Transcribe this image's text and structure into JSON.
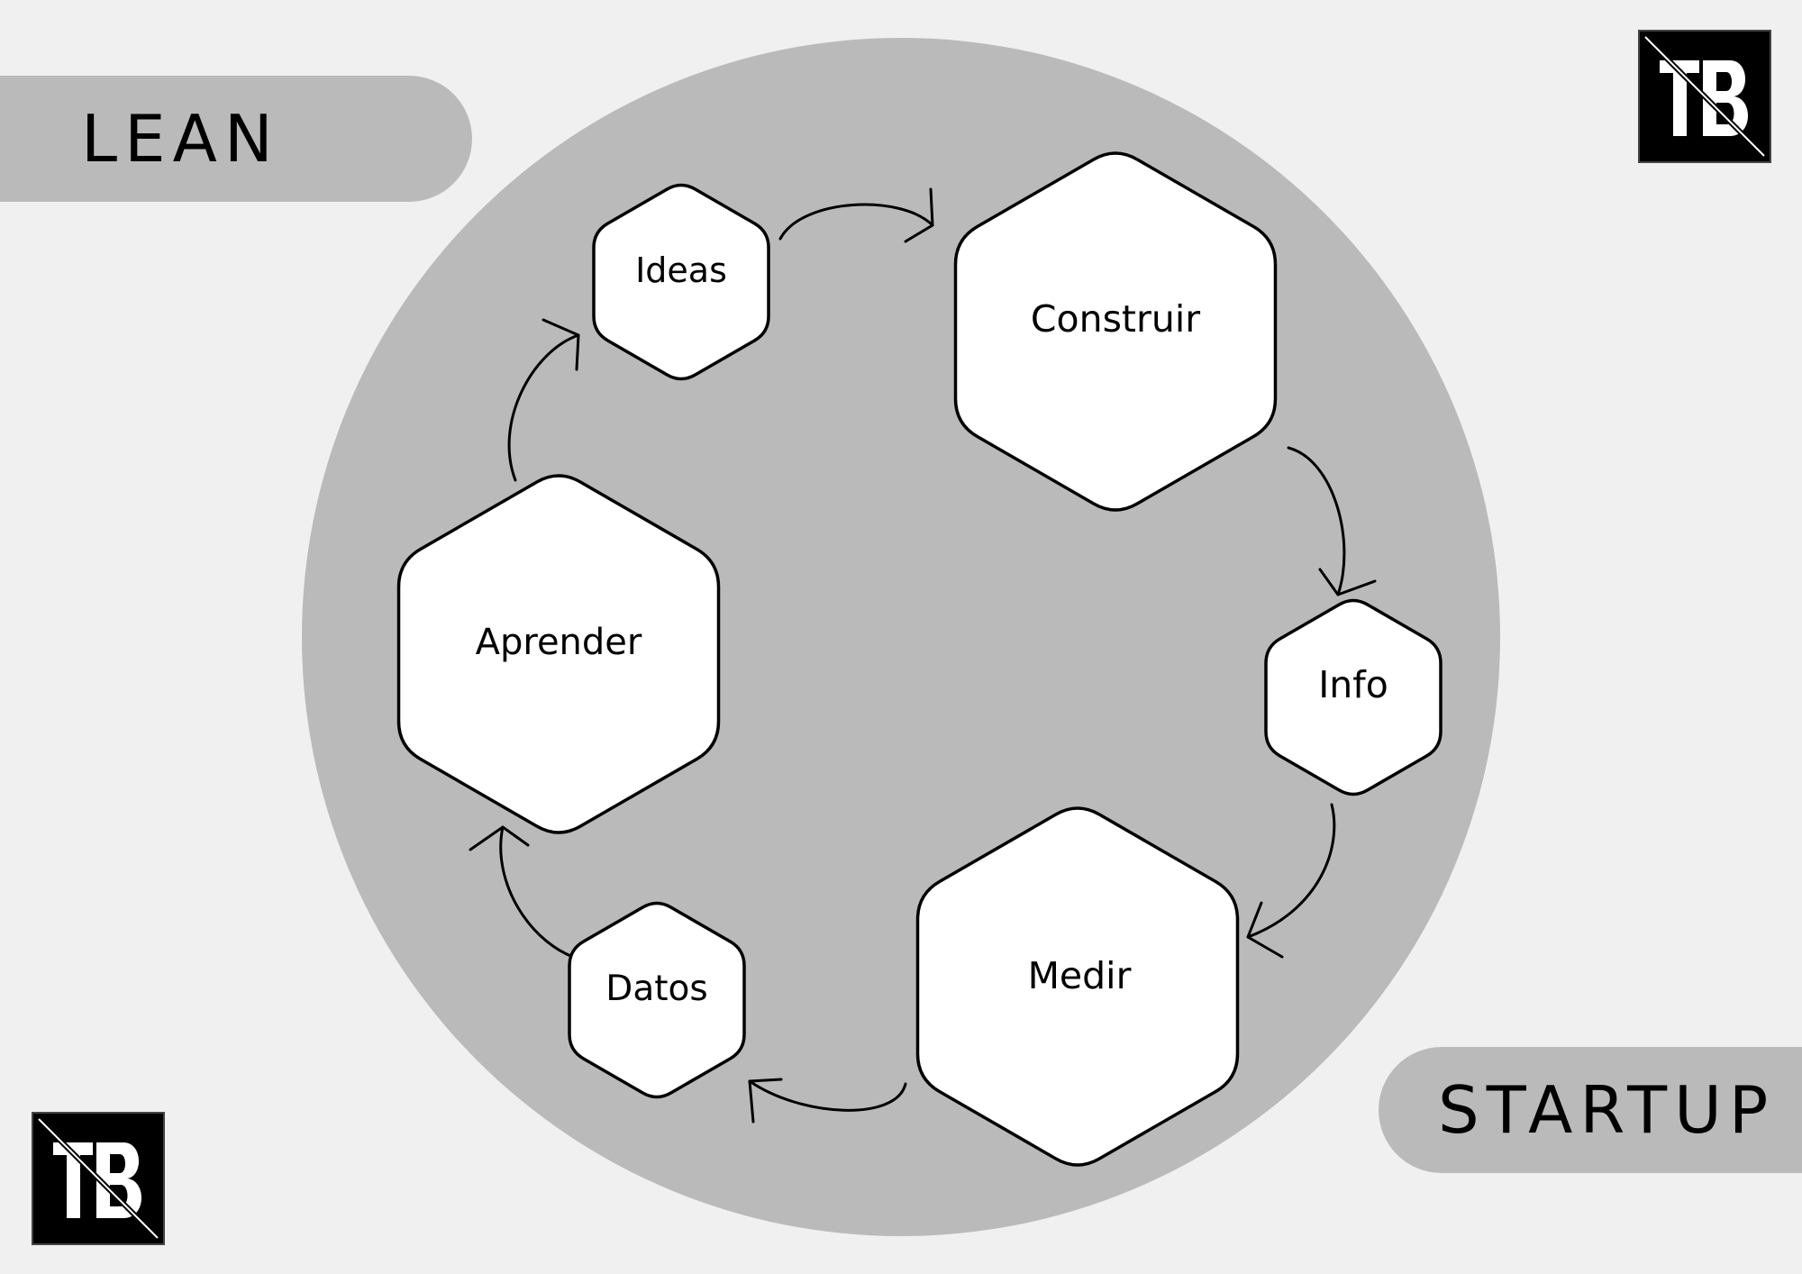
{
  "banners": {
    "lean": "LEAN",
    "startup": "STARTUP"
  },
  "cycle": {
    "nodes": [
      {
        "id": "ideas",
        "label": "Ideas"
      },
      {
        "id": "construir",
        "label": "Construir"
      },
      {
        "id": "info",
        "label": "Info"
      },
      {
        "id": "medir",
        "label": "Medir"
      },
      {
        "id": "datos",
        "label": "Datos"
      },
      {
        "id": "aprender",
        "label": "Aprender"
      }
    ]
  },
  "logo": {
    "text": "TB"
  },
  "colors": {
    "background": "#f0f0f0",
    "circle": "#bababa",
    "banner": "#bababa",
    "hexagon_fill": "#ffffff",
    "stroke": "#000000",
    "logo_bg": "#000000"
  }
}
